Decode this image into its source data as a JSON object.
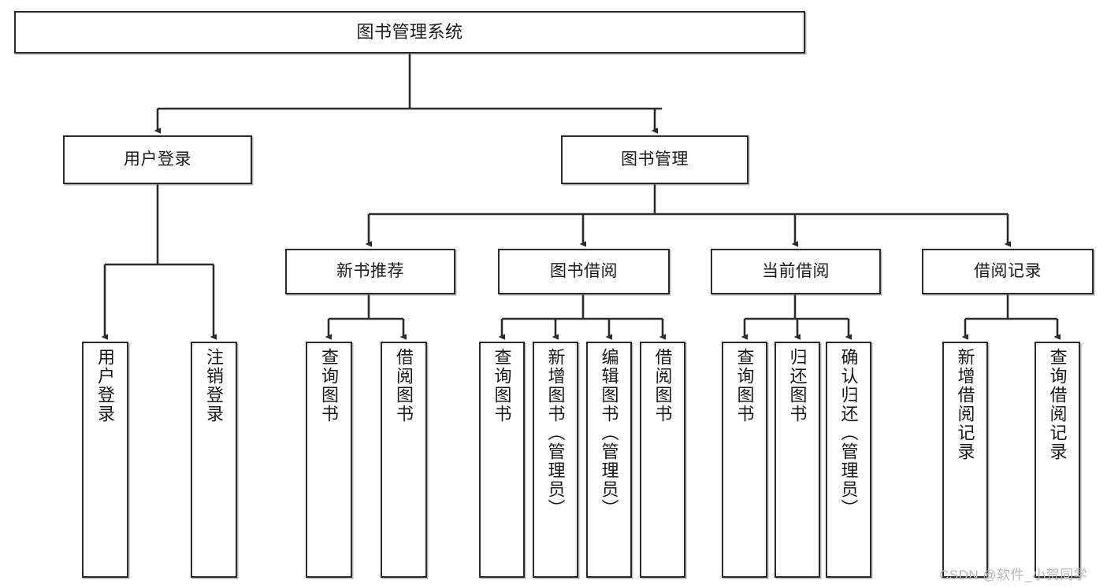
{
  "diagram": {
    "type": "tree-hierarchy",
    "title": "图书管理系统",
    "watermark": "CSDN @软件_小贺同学",
    "colors": {
      "stroke": "#2b2b2b",
      "fill": "#ffffff",
      "text": "#1a1a1a",
      "watermark": "#b9b9b9"
    },
    "nodes": {
      "root": {
        "label": "图书管理系统"
      },
      "level1": [
        {
          "id": "user-login",
          "label": "用户登录"
        },
        {
          "id": "book-management",
          "label": "图书管理"
        }
      ],
      "level2": [
        {
          "id": "new-book-recommend",
          "label": "新书推荐"
        },
        {
          "id": "book-borrow",
          "label": "图书借阅"
        },
        {
          "id": "current-borrow",
          "label": "当前借阅"
        },
        {
          "id": "borrow-record",
          "label": "借阅记录"
        }
      ],
      "leaves": {
        "user_login": [
          {
            "id": "leaf-user-login",
            "label": "用户登录"
          },
          {
            "id": "leaf-logout",
            "label": "注销登录"
          }
        ],
        "new_book_recommend": [
          {
            "id": "leaf-query-book-1",
            "label": "查询图书"
          },
          {
            "id": "leaf-borrow-book-1",
            "label": "借阅图书"
          }
        ],
        "book_borrow": [
          {
            "id": "leaf-query-book-2",
            "label": "查询图书"
          },
          {
            "id": "leaf-add-book",
            "label": "新增图书（管理员）"
          },
          {
            "id": "leaf-edit-book",
            "label": "编辑图书（管理员）"
          },
          {
            "id": "leaf-borrow-book-2",
            "label": "借阅图书"
          }
        ],
        "current_borrow": [
          {
            "id": "leaf-query-book-3",
            "label": "查询图书"
          },
          {
            "id": "leaf-return-book",
            "label": "归还图书"
          },
          {
            "id": "leaf-confirm-return",
            "label": "确认归还（管理员）"
          }
        ],
        "borrow_record": [
          {
            "id": "leaf-add-record",
            "label": "新增借阅记录"
          },
          {
            "id": "leaf-query-record",
            "label": "查询借阅记录"
          }
        ]
      }
    }
  }
}
